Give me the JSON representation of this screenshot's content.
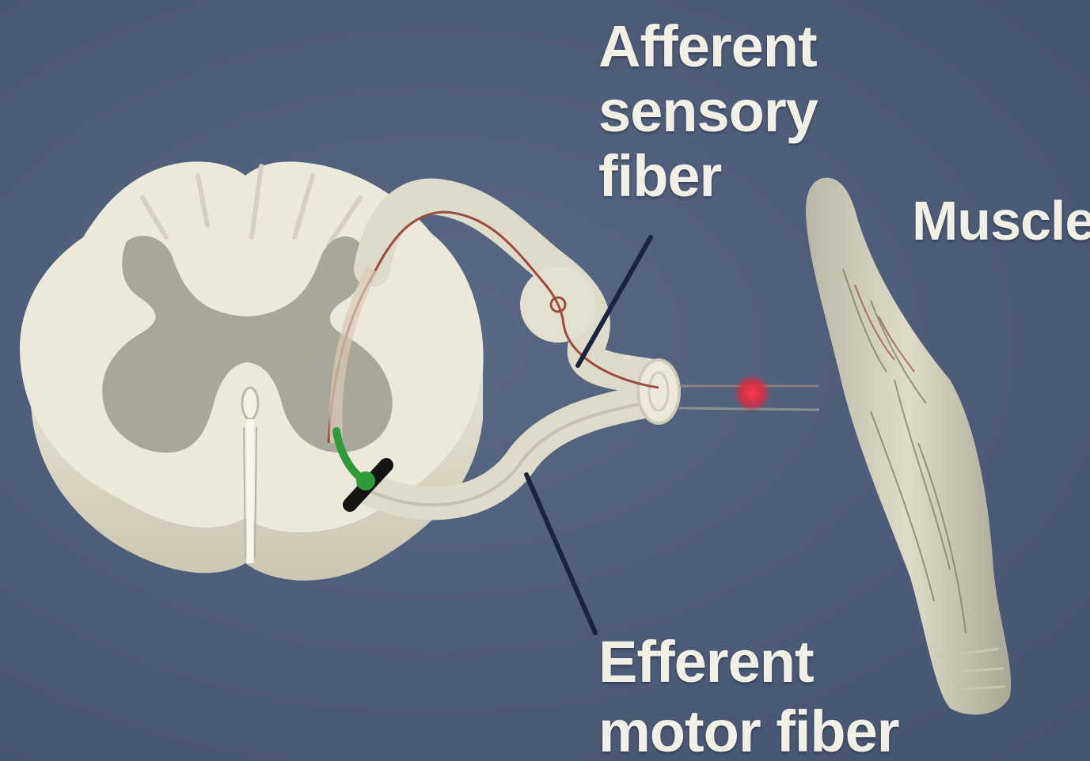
{
  "labels": {
    "afferent": [
      "Afferent",
      "sensory",
      "fiber"
    ],
    "muscle": "Muscle",
    "efferent": [
      "Efferent",
      "motor fiber"
    ]
  },
  "colors": {
    "background": "#4f5e7a",
    "white_matter": "#ece8da",
    "gray_matter": "#a9a79c",
    "sensory_axon": "#9b4a3c",
    "motor_synapse": "#2f9a3a",
    "nerve_impulse": "#e3283d",
    "leader_line": "#1a2440",
    "label_text": "#f2efe6"
  },
  "icons": [
    "spinal-cord-cross-section-icon",
    "muscle-icon",
    "nerve-impulse-icon"
  ]
}
